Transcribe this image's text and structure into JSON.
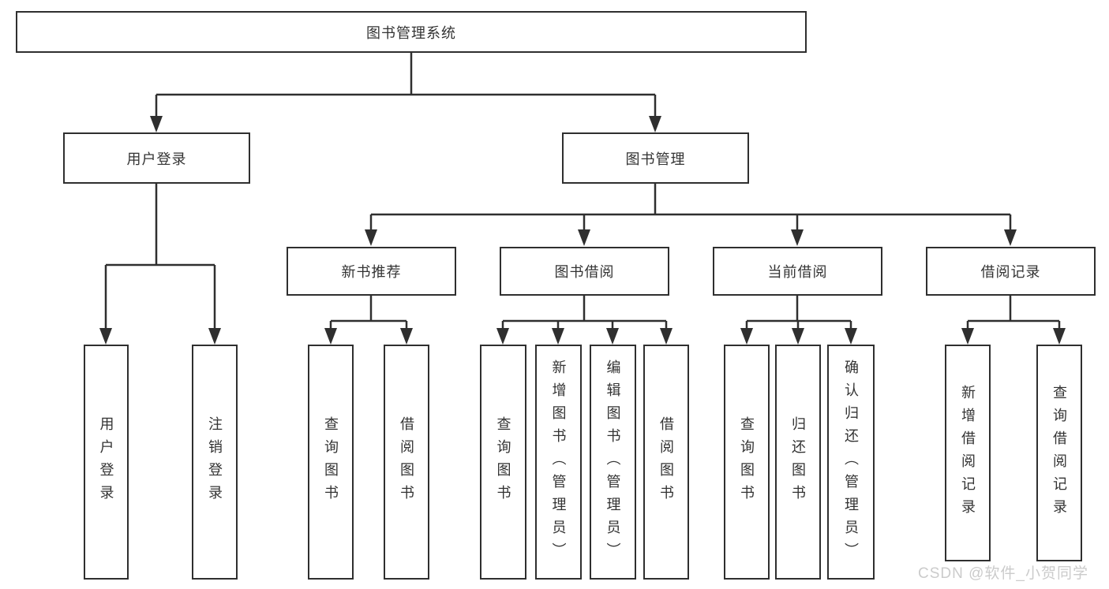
{
  "diagram": {
    "root": {
      "label": "图书管理系统"
    },
    "branches": [
      {
        "label": "用户登录",
        "children": [
          "用户登录",
          "注销登录"
        ]
      },
      {
        "label": "图书管理",
        "groups": [
          {
            "label": "新书推荐",
            "children": [
              "查询图书",
              "借阅图书"
            ]
          },
          {
            "label": "图书借阅",
            "children": [
              "查询图书",
              "新增图书（管理员）",
              "编辑图书（管理员）",
              "借阅图书"
            ]
          },
          {
            "label": "当前借阅",
            "children": [
              "查询图书",
              "归还图书",
              "确认归还（管理员）"
            ]
          },
          {
            "label": "借阅记录",
            "children": [
              "新增借阅记录",
              "查询借阅记录"
            ]
          }
        ]
      }
    ],
    "watermark": "CSDN @软件_小贺同学",
    "colors": {
      "line": "#2f2f2f",
      "box_border": "#2f2f2f",
      "text": "#333333",
      "watermark": "#cbcbcb",
      "background": "#ffffff"
    }
  }
}
